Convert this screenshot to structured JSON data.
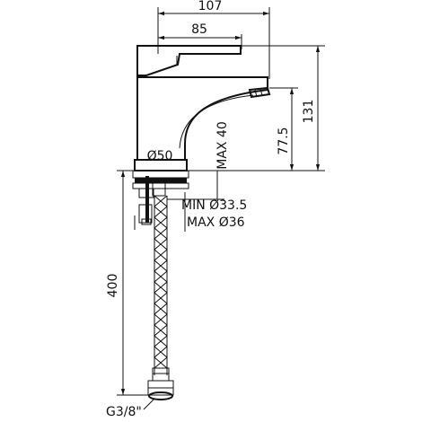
{
  "dimensions": {
    "overall_depth": "107",
    "handle_depth": "85",
    "total_height": "131",
    "spout_height": "77.5",
    "max_deck_thickness": "MAX 40",
    "base_diameter": "Ø50",
    "min_hole": "MIN Ø33.5",
    "max_hole": "MAX Ø36",
    "hose_length": "400",
    "thread": "G3/8\""
  },
  "colors": {
    "line": "#111111",
    "background": "#ffffff"
  }
}
